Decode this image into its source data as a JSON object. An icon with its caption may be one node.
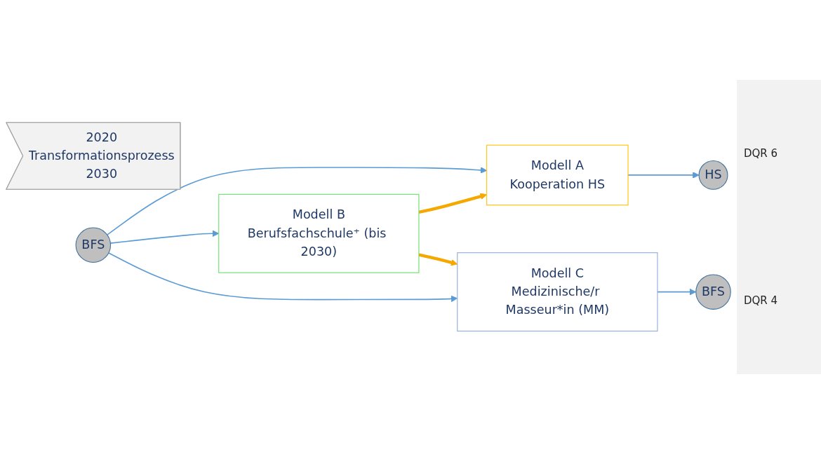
{
  "diagram": {
    "nodes": [
      {
        "text": [
          "2020",
          "Transformationsprozess",
          "2030"
        ]
      },
      {
        "text": [
          "BFS"
        ]
      },
      {
        "text": [
          "Modell A",
          "Kooperation HS"
        ]
      },
      {
        "text": [
          "Modell B",
          "Berufsfachschule⁺ (bis 2030)"
        ]
      },
      {
        "text": [
          "Modell C",
          "Medizinische/r Masseur*in (MM)"
        ]
      },
      {
        "text": [
          "HS"
        ]
      },
      {
        "text": [
          "BFS"
        ]
      }
    ],
    "edges": [
      {
        "from": 1,
        "to": 2,
        "arrow": "to"
      },
      {
        "from": 1,
        "to": 3,
        "arrow": "to"
      },
      {
        "from": 1,
        "to": 4,
        "arrow": "to"
      },
      {
        "from": 2,
        "to": 5,
        "arrow": "to"
      },
      {
        "from": 4,
        "to": 6,
        "arrow": "to"
      },
      {
        "from": 3,
        "to": 2,
        "arrow": "to",
        "style": "thick",
        "color": "#f5a800"
      },
      {
        "from": 3,
        "to": 4,
        "arrow": "to",
        "style": "thick",
        "color": "#f5a800"
      }
    ],
    "labels": [
      "DQR 6",
      "DQR 4"
    ]
  }
}
